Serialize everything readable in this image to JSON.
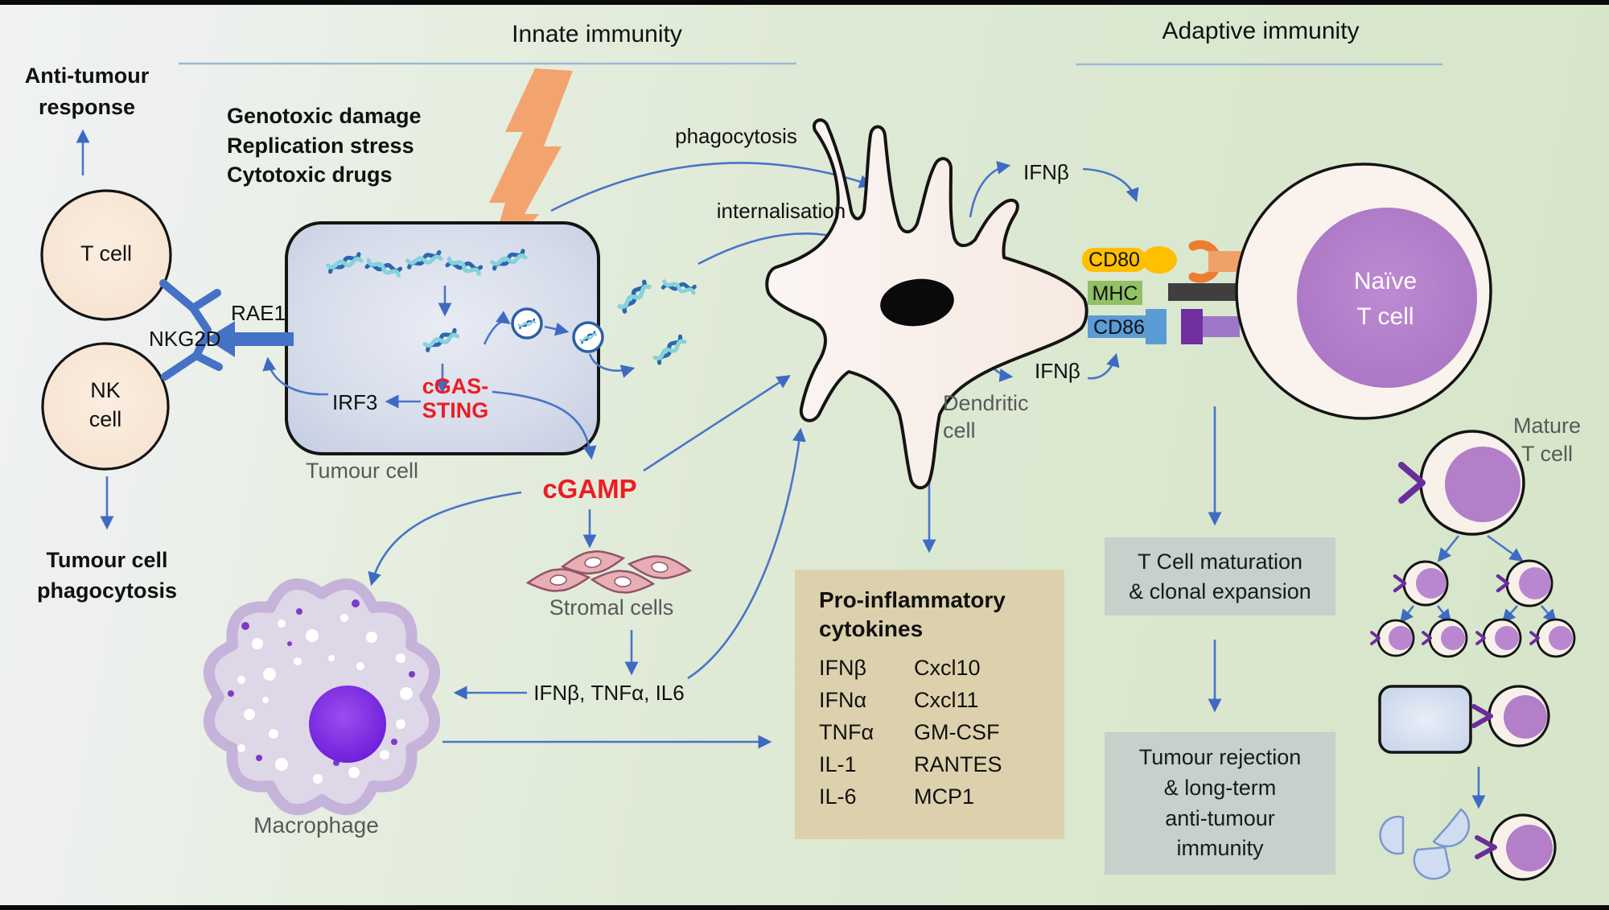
{
  "headers": {
    "innate": "Innate immunity",
    "adaptive": "Adaptive immunity"
  },
  "left_panel": {
    "anti_tumour": "Anti-tumour\nresponse",
    "t_cell": "T cell",
    "nk_cell": "NK\ncell",
    "nkg2d": "NKG2D",
    "rae1": "RAE1",
    "tumour_phagocytosis": "Tumour cell\nphagocytosis"
  },
  "tumour_cell": {
    "label": "Tumour cell",
    "stressors": "Genotoxic damage\nReplication stress\nCytotoxic drugs",
    "irf3": "IRF3",
    "cgas_sting": "cGAS-\nSTING"
  },
  "signals": {
    "cgamp": "cGAMP",
    "phagocytosis": "phagocytosis",
    "internalisation": "internalisation",
    "cytokine_trio": "IFNβ, TNFα, IL6",
    "ifnb": "IFNβ"
  },
  "cells": {
    "stromal": "Stromal cells",
    "macrophage": "Macrophage",
    "dendritic": "Dendritic\ncell",
    "naive_t": "Naïve\nT cell",
    "mature_t": "Mature\nT cell"
  },
  "receptors": {
    "cd80": "CD80",
    "mhc": "MHC",
    "cd86": "CD86"
  },
  "cytokine_box": {
    "title": "Pro-inflammatory\ncytokines",
    "rows": [
      {
        "left": "IFNβ",
        "right": "Cxcl10"
      },
      {
        "left": "IFNα",
        "right": "Cxcl11"
      },
      {
        "left": "TNFα",
        "right": "GM-CSF"
      },
      {
        "left": "IL-1",
        "right": "RANTES"
      },
      {
        "left": "IL-6",
        "right": "MCP1"
      }
    ]
  },
  "outcome_boxes": {
    "maturation": "T Cell maturation\n& clonal expansion",
    "rejection": "Tumour rejection\n& long-term\nanti-tumour\nimmunity"
  },
  "colors": {
    "arrow_blue": "#4a74c9",
    "accent_red": "#ed1c24",
    "cd80_yellow": "#ffc000",
    "mhc_green": "#92c064",
    "cd86_blue": "#5b9bd5",
    "receptor_orange": "#ed7d31",
    "receptor_purple": "#7030a0",
    "tcr_gray": "#3f3f3f",
    "cytokine_box_tan": "#ddd1ad",
    "outcome_box_green": "#c5d1ca",
    "lightning_orange": "#f3a36e",
    "macrophage_nucleus": "#6a10d8"
  }
}
